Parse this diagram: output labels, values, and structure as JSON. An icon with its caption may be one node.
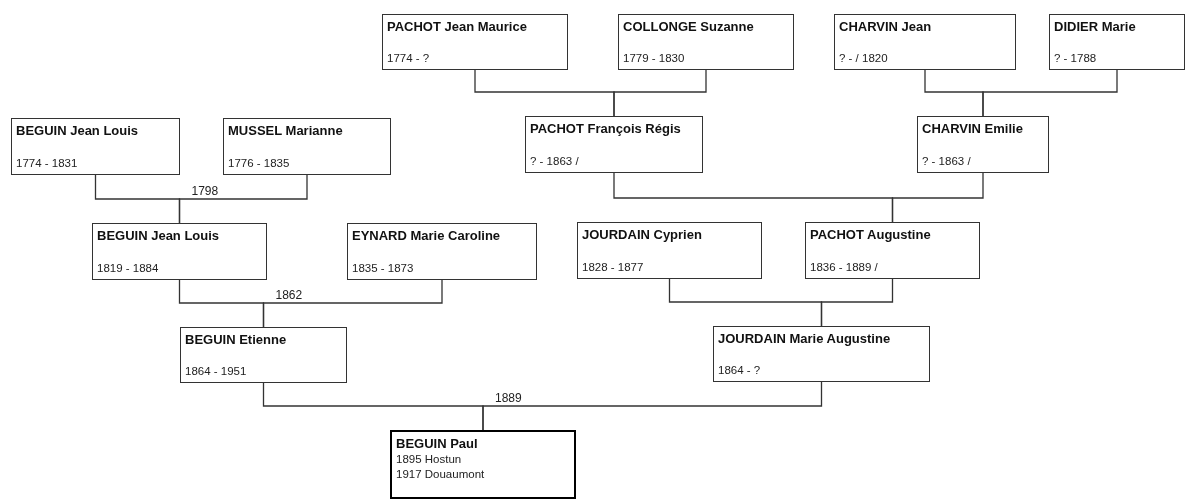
{
  "diagram": {
    "nodes": [
      {
        "text": [
          "PACHOT Jean Maurice",
          "1774 - ?"
        ]
      },
      {
        "text": [
          "COLLONGE Suzanne",
          "1779 - 1830"
        ]
      },
      {
        "text": [
          "CHARVIN Jean",
          "? - / 1820"
        ]
      },
      {
        "text": [
          "DIDIER Marie",
          "? - 1788"
        ]
      },
      {
        "text": [
          "BEGUIN Jean Louis",
          "1774 - 1831"
        ]
      },
      {
        "text": [
          "MUSSEL Marianne",
          "1776 - 1835"
        ]
      },
      {
        "text": [
          "PACHOT François Régis",
          "? - 1863 /"
        ]
      },
      {
        "text": [
          "CHARVIN Emilie",
          "? - 1863 /"
        ]
      },
      {
        "text": [
          "BEGUIN Jean Louis",
          "1819 - 1884"
        ]
      },
      {
        "text": [
          "EYNARD Marie Caroline",
          "1835 - 1873"
        ]
      },
      {
        "text": [
          "JOURDAIN Cyprien",
          "1828 - 1877"
        ]
      },
      {
        "text": [
          "PACHOT Augustine",
          "1836 - 1889 /"
        ]
      },
      {
        "text": [
          "BEGUIN Etienne",
          "1864 - 1951"
        ]
      },
      {
        "text": [
          "JOURDAIN Marie Augustine",
          "1864 - ?"
        ]
      },
      {
        "text": [
          "BEGUIN Paul",
          "1895 Hostun",
          "1917 Douaumont"
        ]
      }
    ],
    "edges": [
      {
        "from": 0,
        "to": 6,
        "arrow": "none"
      },
      {
        "from": 1,
        "to": 6,
        "arrow": "none"
      },
      {
        "from": 2,
        "to": 7,
        "arrow": "none"
      },
      {
        "from": 3,
        "to": 7,
        "arrow": "none"
      },
      {
        "from": 4,
        "to": 8,
        "arrow": "none",
        "label": "1798"
      },
      {
        "from": 5,
        "to": 8,
        "arrow": "none"
      },
      {
        "from": 6,
        "to": 11,
        "arrow": "none"
      },
      {
        "from": 7,
        "to": 11,
        "arrow": "none"
      },
      {
        "from": 8,
        "to": 12,
        "arrow": "none",
        "label": "1862"
      },
      {
        "from": 9,
        "to": 12,
        "arrow": "none"
      },
      {
        "from": 10,
        "to": 13,
        "arrow": "none"
      },
      {
        "from": 11,
        "to": 13,
        "arrow": "none"
      },
      {
        "from": 12,
        "to": 14,
        "arrow": "none",
        "label": "1889"
      },
      {
        "from": 13,
        "to": 14,
        "arrow": "none"
      }
    ]
  }
}
